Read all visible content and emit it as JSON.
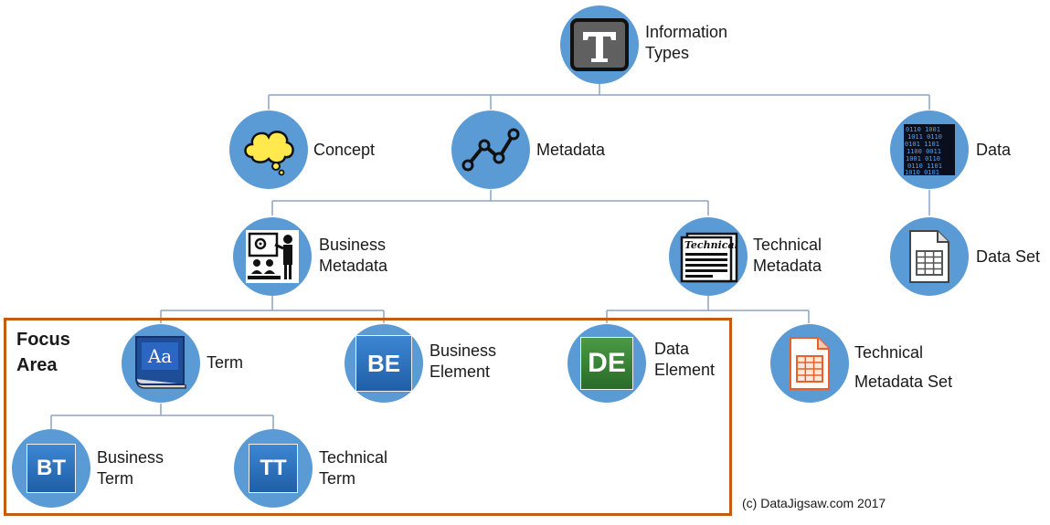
{
  "nodes": {
    "information_types": {
      "line1": "Information",
      "line2": "Types",
      "icon": "typography-icon"
    },
    "concept": {
      "label": "Concept",
      "icon": "thought-cloud-icon"
    },
    "metadata": {
      "label": "Metadata",
      "icon": "line-chart-icon"
    },
    "data": {
      "label": "Data",
      "icon": "binary-data-icon"
    },
    "business_metadata": {
      "line1": "Business",
      "line2": "Metadata",
      "icon": "presentation-icon"
    },
    "technical_metadata": {
      "line1": "Technical",
      "line2": "Metadata",
      "icon": "newspaper-icon",
      "icon_text": "Technical"
    },
    "data_set": {
      "label": "Data Set",
      "icon": "spreadsheet-file-icon"
    },
    "term": {
      "label": "Term",
      "icon": "dictionary-book-icon",
      "icon_text": "Aa"
    },
    "business_element": {
      "line1": "Business",
      "line2": "Element",
      "tile": "BE",
      "color": "#2e75b6"
    },
    "data_element": {
      "line1": "Data",
      "line2": "Element",
      "tile": "DE",
      "color": "#3a7d3a"
    },
    "technical_metadata_set": {
      "line1": "Technical",
      "line2": "Metadata Set",
      "icon": "orange-spreadsheet-icon"
    },
    "business_term": {
      "line1": "Business",
      "line2": "Term",
      "tile": "BT",
      "color": "#2e75b6"
    },
    "technical_term": {
      "line1": "Technical",
      "line2": "Term",
      "tile": "TT",
      "color": "#2e75b6"
    }
  },
  "focus_area": {
    "line1": "Focus",
    "line2": "Area"
  },
  "copyright": "(c) DataJigsaw.com 2017",
  "colors": {
    "node_fill": "#5b9bd5",
    "connector": "#7f9fbf",
    "focus_border": "#c55a11"
  }
}
